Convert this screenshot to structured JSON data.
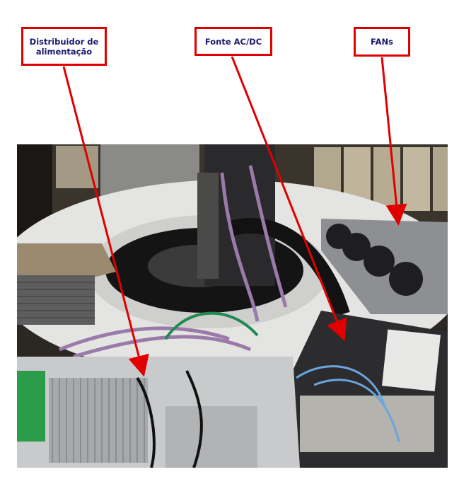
{
  "labels": {
    "distribuidor": "Distribuidor de alimentação",
    "fonte": "Fonte AC/DC",
    "fans": "FANs"
  },
  "colors": {
    "callout_border": "#e00000",
    "callout_text": "#1a1a6e",
    "arrow": "#e00000"
  }
}
